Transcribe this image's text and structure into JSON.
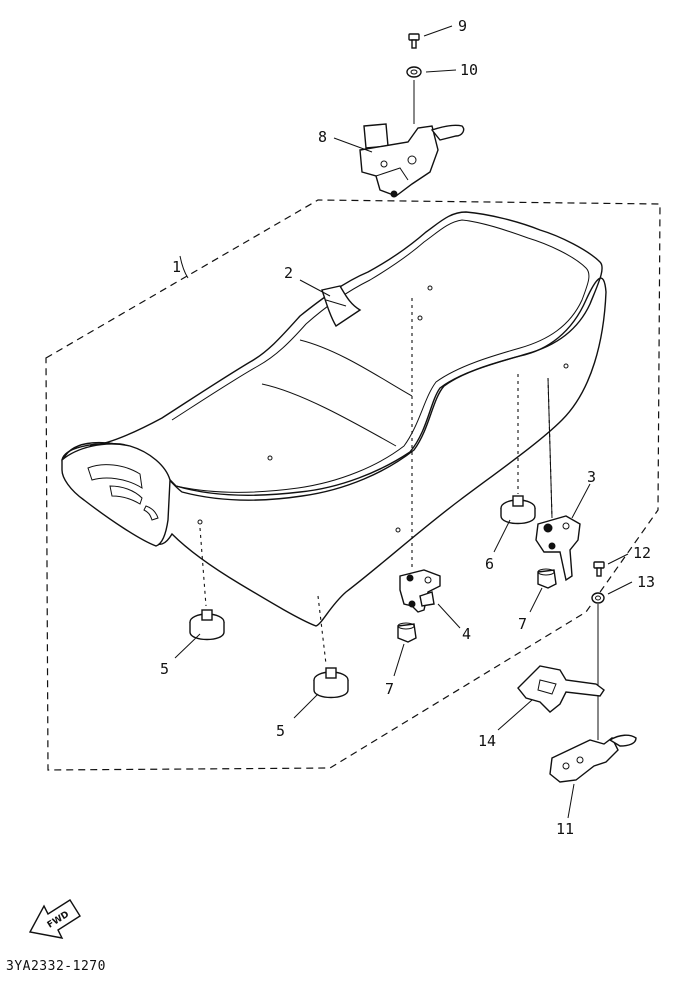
{
  "diagram": {
    "part_code": "3YA2332-1270",
    "fwd_label": "FWD",
    "callouts": {
      "p1": "1",
      "p2": "2",
      "p3": "3",
      "p4": "4",
      "p5a": "5",
      "p5b": "5",
      "p6": "6",
      "p7a": "7",
      "p7b": "7",
      "p8": "8",
      "p9": "9",
      "p10": "10",
      "p11": "11",
      "p12": "12",
      "p13": "13",
      "p14": "14"
    }
  }
}
